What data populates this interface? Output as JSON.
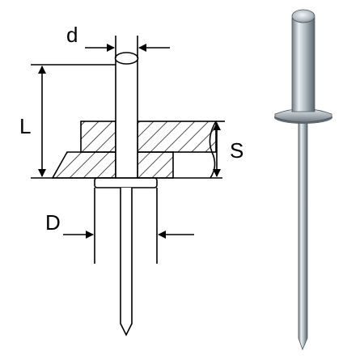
{
  "diagram": {
    "labels": {
      "d": "d",
      "L": "L",
      "S": "S",
      "D": "D"
    },
    "colors": {
      "line": "#000000",
      "background": "#ffffff",
      "steel_light": "#e4eaed",
      "steel_mid": "#aab4ba",
      "steel_dark": "#5d686f"
    }
  }
}
